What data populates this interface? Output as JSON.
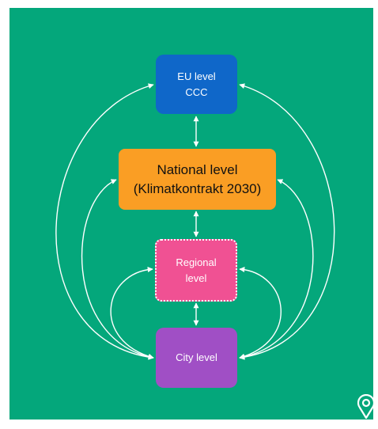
{
  "diagram": {
    "background_color": "#04a77b",
    "nodes": {
      "eu": {
        "label": "EU level\nCCC",
        "color": "#0f67c9"
      },
      "national": {
        "label": "National level\n(Klimatkontrakt 2030)",
        "color": "#fa9e24"
      },
      "regional": {
        "label": "Regional\nlevel",
        "color": "#f05193"
      },
      "city": {
        "label": "City level",
        "color": "#a04fc5"
      }
    },
    "edges": [
      {
        "from": "eu",
        "to": "national",
        "direction": "both"
      },
      {
        "from": "national",
        "to": "regional",
        "direction": "both"
      },
      {
        "from": "regional",
        "to": "city",
        "direction": "both"
      },
      {
        "from": "city",
        "to": "eu",
        "direction": "both",
        "route": "outer-curves"
      },
      {
        "from": "city",
        "to": "national",
        "direction": "both",
        "route": "middle-curves"
      },
      {
        "from": "city",
        "to": "regional",
        "direction": "both",
        "route": "inner-curves"
      }
    ],
    "corner_icon": "location-pin-icon"
  }
}
